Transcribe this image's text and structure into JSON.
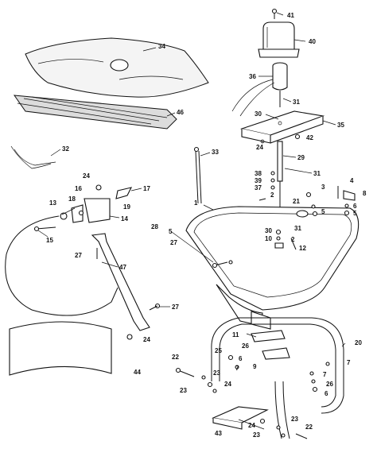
{
  "diagram": {
    "callouts": [
      {
        "id": "c41",
        "label": "41"
      },
      {
        "id": "c40",
        "label": "40"
      },
      {
        "id": "c34",
        "label": "34"
      },
      {
        "id": "c36",
        "label": "36"
      },
      {
        "id": "c31a",
        "label": "31"
      },
      {
        "id": "c30a",
        "label": "30"
      },
      {
        "id": "c35",
        "label": "35"
      },
      {
        "id": "c46",
        "label": "46"
      },
      {
        "id": "c24a",
        "label": "24"
      },
      {
        "id": "c42",
        "label": "42"
      },
      {
        "id": "c32",
        "label": "32"
      },
      {
        "id": "c33",
        "label": "33"
      },
      {
        "id": "c29",
        "label": "29"
      },
      {
        "id": "c31b",
        "label": "31"
      },
      {
        "id": "c38",
        "label": "38"
      },
      {
        "id": "c39",
        "label": "39"
      },
      {
        "id": "c37",
        "label": "37"
      },
      {
        "id": "c2a",
        "label": "2"
      },
      {
        "id": "c3",
        "label": "3"
      },
      {
        "id": "c5a",
        "label": "5"
      },
      {
        "id": "c4",
        "label": "4"
      },
      {
        "id": "c8",
        "label": "8"
      },
      {
        "id": "c6",
        "label": "6"
      },
      {
        "id": "c5b",
        "label": "5"
      },
      {
        "id": "c24b",
        "label": "24"
      },
      {
        "id": "c17",
        "label": "17"
      },
      {
        "id": "c16",
        "label": "16"
      },
      {
        "id": "c13",
        "label": "13"
      },
      {
        "id": "c18",
        "label": "18"
      },
      {
        "id": "c19",
        "label": "19"
      },
      {
        "id": "c14",
        "label": "14"
      },
      {
        "id": "c15",
        "label": "15"
      },
      {
        "id": "c1",
        "label": "1"
      },
      {
        "id": "c21",
        "label": "21"
      },
      {
        "id": "c28",
        "label": "28"
      },
      {
        "id": "c5c",
        "label": "5"
      },
      {
        "id": "c27a",
        "label": "27"
      },
      {
        "id": "c30b",
        "label": "30"
      },
      {
        "id": "c10",
        "label": "10"
      },
      {
        "id": "c31c",
        "label": "31"
      },
      {
        "id": "c2b",
        "label": "2"
      },
      {
        "id": "c12",
        "label": "12"
      },
      {
        "id": "c27b",
        "label": "27"
      },
      {
        "id": "c47",
        "label": "47"
      },
      {
        "id": "c27c",
        "label": "27"
      },
      {
        "id": "c24c",
        "label": "24"
      },
      {
        "id": "c11",
        "label": "11"
      },
      {
        "id": "c26a",
        "label": "26"
      },
      {
        "id": "c20",
        "label": "20"
      },
      {
        "id": "c25",
        "label": "25"
      },
      {
        "id": "c6b",
        "label": "6"
      },
      {
        "id": "c7a",
        "label": "7"
      },
      {
        "id": "c9",
        "label": "9"
      },
      {
        "id": "c7b",
        "label": "7"
      },
      {
        "id": "c22a",
        "label": "22"
      },
      {
        "id": "c23a",
        "label": "23"
      },
      {
        "id": "c24d",
        "label": "24"
      },
      {
        "id": "c23b",
        "label": "23"
      },
      {
        "id": "c44",
        "label": "44"
      },
      {
        "id": "c7c",
        "label": "7"
      },
      {
        "id": "c26b",
        "label": "26"
      },
      {
        "id": "c6c",
        "label": "6"
      },
      {
        "id": "c43",
        "label": "43"
      },
      {
        "id": "c24e",
        "label": "24"
      },
      {
        "id": "c23c",
        "label": "23"
      },
      {
        "id": "c23d",
        "label": "23"
      },
      {
        "id": "c22b",
        "label": "22"
      }
    ]
  }
}
